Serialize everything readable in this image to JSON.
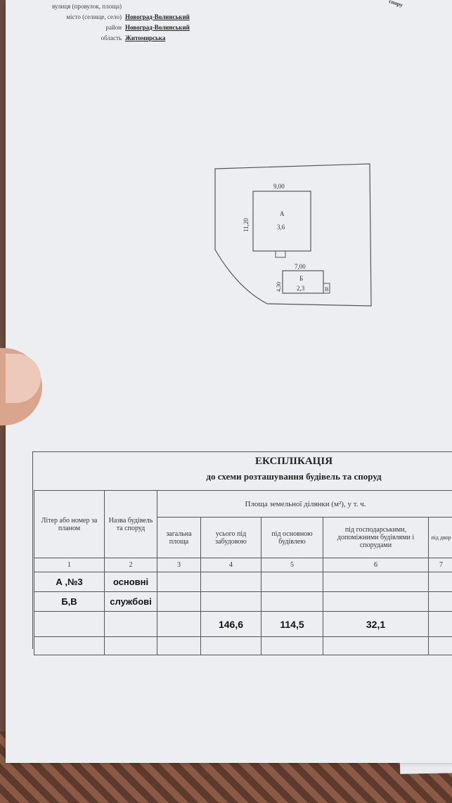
{
  "address": [
    {
      "label": "вулиця (провулок, площа)",
      "value": ""
    },
    {
      "label": "місто (селище, село)",
      "value": "Новоград-Волинський"
    },
    {
      "label": "район",
      "value": "Новоград-Волинський"
    },
    {
      "label": "область",
      "value": "Житомирська"
    }
  ],
  "corner_text": "спору",
  "plan": {
    "lot_top_dim": "9,00",
    "lot_side_dim": "11,20",
    "building_a": {
      "letter": "А",
      "height": "3,6"
    },
    "building_b": {
      "width": "7,00",
      "depth": "4,30",
      "letter": "Б",
      "height": "2,3"
    },
    "building_v_letter": "В"
  },
  "explication": {
    "title": "ЕКСПЛІКАЦІЯ",
    "subtitle": "до схеми розташування будівель та споруд",
    "headers": {
      "col1": "Літер або номер за планом",
      "col2": "Назва будівель та споруд",
      "group": "Площа земельної ділянки (м²), у т. ч.",
      "col3": "загальна площа",
      "col4": "усього під забудовою",
      "col5": "під основною будівлею",
      "col6": "під господарськими, допоміжними будівлями і спорудами",
      "col7": "під двор"
    },
    "col_numbers": [
      "1",
      "2",
      "3",
      "4",
      "5",
      "6",
      "7"
    ],
    "rows": [
      {
        "letter": "А ,№3",
        "name": "основні"
      },
      {
        "letter": "Б,В",
        "name": "службові"
      }
    ],
    "totals": {
      "built_total": "146,6",
      "main_building": "114,5",
      "auxiliary": "32,1"
    }
  }
}
